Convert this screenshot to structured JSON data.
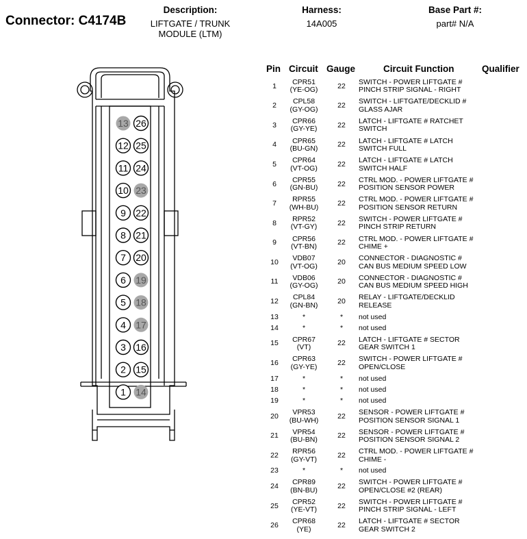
{
  "header": {
    "connector_label": "Connector: C4174B",
    "description_label": "Description:",
    "description_value_1": "LIFTGATE / TRUNK",
    "description_value_2": "MODULE (LTM)",
    "harness_label": "Harness:",
    "harness_value": "14A005",
    "base_part_label": "Base Part #:",
    "base_part_value": "part# N/A"
  },
  "table_headers": {
    "pin": "Pin",
    "circuit": "Circuit",
    "gauge": "Gauge",
    "function": "Circuit Function",
    "qualifier": "Qualifier"
  },
  "connector": {
    "cavities": [
      {
        "pin": "13",
        "used": false
      },
      {
        "pin": "26",
        "used": true
      },
      {
        "pin": "12",
        "used": true
      },
      {
        "pin": "25",
        "used": true
      },
      {
        "pin": "11",
        "used": true
      },
      {
        "pin": "24",
        "used": true
      },
      {
        "pin": "10",
        "used": true
      },
      {
        "pin": "23",
        "used": false
      },
      {
        "pin": "9",
        "used": true
      },
      {
        "pin": "22",
        "used": true
      },
      {
        "pin": "8",
        "used": true
      },
      {
        "pin": "21",
        "used": true
      },
      {
        "pin": "7",
        "used": true
      },
      {
        "pin": "20",
        "used": true
      },
      {
        "pin": "6",
        "used": true
      },
      {
        "pin": "19",
        "used": false
      },
      {
        "pin": "5",
        "used": true
      },
      {
        "pin": "18",
        "used": false
      },
      {
        "pin": "4",
        "used": true
      },
      {
        "pin": "17",
        "used": false
      },
      {
        "pin": "3",
        "used": true
      },
      {
        "pin": "16",
        "used": true
      },
      {
        "pin": "2",
        "used": true
      },
      {
        "pin": "15",
        "used": true
      },
      {
        "pin": "1",
        "used": true
      },
      {
        "pin": "14",
        "used": false
      }
    ],
    "used_fill": "#ffffff",
    "unused_fill": "#a8a8a8"
  },
  "pins": [
    {
      "pin": "1",
      "circuit": "CPR51",
      "color": "(YE-OG)",
      "gauge": "22",
      "function": [
        "SWITCH - POWER LIFTGATE #",
        "PINCH STRIP SIGNAL - RIGHT"
      ]
    },
    {
      "pin": "2",
      "circuit": "CPL58",
      "color": "(GY-OG)",
      "gauge": "22",
      "function": [
        "SWITCH - LIFTGATE/DECKLID #",
        "GLASS AJAR"
      ]
    },
    {
      "pin": "3",
      "circuit": "CPR66",
      "color": "(GY-YE)",
      "gauge": "22",
      "function": [
        "LATCH - LIFTGATE # RATCHET",
        "SWITCH"
      ]
    },
    {
      "pin": "4",
      "circuit": "CPR65",
      "color": "(BU-GN)",
      "gauge": "22",
      "function": [
        "LATCH - LIFTGATE # LATCH",
        "SWITCH FULL"
      ]
    },
    {
      "pin": "5",
      "circuit": "CPR64",
      "color": "(VT-OG)",
      "gauge": "22",
      "function": [
        "LATCH - LIFTGATE # LATCH",
        "SWITCH HALF"
      ]
    },
    {
      "pin": "6",
      "circuit": "CPR55",
      "color": "(GN-BU)",
      "gauge": "22",
      "function": [
        "CTRL MOD. - POWER LIFTGATE #",
        "POSITION SENSOR POWER"
      ]
    },
    {
      "pin": "7",
      "circuit": "RPR55",
      "color": "(WH-BU)",
      "gauge": "22",
      "function": [
        "CTRL MOD. - POWER LIFTGATE #",
        "POSITION SENSOR RETURN"
      ]
    },
    {
      "pin": "8",
      "circuit": "RPR52",
      "color": "(VT-GY)",
      "gauge": "22",
      "function": [
        "SWITCH - POWER LIFTGATE #",
        "PINCH STRIP RETURN"
      ]
    },
    {
      "pin": "9",
      "circuit": "CPR56",
      "color": "(VT-BN)",
      "gauge": "22",
      "function": [
        "CTRL MOD. - POWER LIFTGATE #",
        "CHIME +"
      ]
    },
    {
      "pin": "10",
      "circuit": "VDB07",
      "color": "(VT-OG)",
      "gauge": "20",
      "function": [
        "CONNECTOR - DIAGNOSTIC #",
        "CAN BUS MEDIUM SPEED LOW"
      ]
    },
    {
      "pin": "11",
      "circuit": "VDB06",
      "color": "(GY-OG)",
      "gauge": "20",
      "function": [
        "CONNECTOR - DIAGNOSTIC #",
        "CAN BUS MEDIUM SPEED HIGH"
      ]
    },
    {
      "pin": "12",
      "circuit": "CPL84",
      "color": "(GN-BN)",
      "gauge": "20",
      "function": [
        "RELAY - LIFTGATE/DECKLID",
        "RELEASE"
      ]
    },
    {
      "pin": "13",
      "circuit": "*",
      "color": "",
      "gauge": "*",
      "function": [
        "not used"
      ]
    },
    {
      "pin": "14",
      "circuit": "*",
      "color": "",
      "gauge": "*",
      "function": [
        "not used"
      ]
    },
    {
      "pin": "15",
      "circuit": "CPR67",
      "color": "(VT)",
      "gauge": "22",
      "function": [
        "LATCH - LIFTGATE # SECTOR",
        "GEAR SWITCH 1"
      ]
    },
    {
      "pin": "16",
      "circuit": "CPR63",
      "color": "(GY-YE)",
      "gauge": "22",
      "function": [
        "SWITCH - POWER LIFTGATE #",
        "OPEN/CLOSE"
      ]
    },
    {
      "pin": "17",
      "circuit": "*",
      "color": "",
      "gauge": "*",
      "function": [
        "not used"
      ]
    },
    {
      "pin": "18",
      "circuit": "*",
      "color": "",
      "gauge": "*",
      "function": [
        "not used"
      ]
    },
    {
      "pin": "19",
      "circuit": "*",
      "color": "",
      "gauge": "*",
      "function": [
        "not used"
      ]
    },
    {
      "pin": "20",
      "circuit": "VPR53",
      "color": "(BU-WH)",
      "gauge": "22",
      "function": [
        "SENSOR - POWER LIFTGATE #",
        "POSITION SENSOR SIGNAL 1"
      ]
    },
    {
      "pin": "21",
      "circuit": "VPR54",
      "color": "(BU-BN)",
      "gauge": "22",
      "function": [
        "SENSOR - POWER LIFTGATE #",
        "POSITION SENSOR SIGNAL 2"
      ]
    },
    {
      "pin": "22",
      "circuit": "RPR56",
      "color": "(GY-VT)",
      "gauge": "22",
      "function": [
        "CTRL MOD. - POWER LIFTGATE #",
        "CHIME -"
      ]
    },
    {
      "pin": "23",
      "circuit": "*",
      "color": "",
      "gauge": "*",
      "function": [
        "not used"
      ]
    },
    {
      "pin": "24",
      "circuit": "CPR89",
      "color": "(BN-BU)",
      "gauge": "22",
      "function": [
        "SWITCH - POWER LIFTGATE #",
        "OPEN/CLOSE #2 (REAR)"
      ]
    },
    {
      "pin": "25",
      "circuit": "CPR52",
      "color": "(YE-VT)",
      "gauge": "22",
      "function": [
        "SWITCH - POWER LIFTGATE #",
        "PINCH STRIP SIGNAL - LEFT"
      ]
    },
    {
      "pin": "26",
      "circuit": "CPR68",
      "color": "(YE)",
      "gauge": "22",
      "function": [
        "LATCH - LIFTGATE # SECTOR",
        "GEAR SWITCH 2"
      ]
    }
  ]
}
